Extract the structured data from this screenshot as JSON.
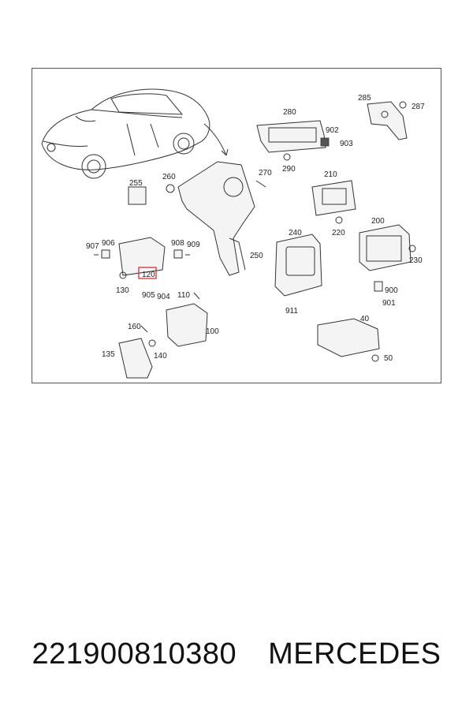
{
  "diagram": {
    "labels": {
      "p280": "280",
      "p285": "285",
      "p287": "287",
      "p902": "902",
      "p903": "903",
      "p290": "290",
      "p260": "260",
      "p270": "270",
      "p210": "210",
      "p255": "255",
      "p220": "220",
      "p200": "200",
      "p240": "240",
      "p230": "230",
      "p907": "907",
      "p906": "906",
      "p908": "908",
      "p909": "909",
      "p250": "250",
      "p120": "120",
      "p130": "130",
      "p900": "900",
      "p901": "901",
      "p905": "905",
      "p904": "904",
      "p110": "110",
      "p911": "911",
      "p40": "40",
      "p160": "160",
      "p100": "100",
      "p135": "135",
      "p140": "140",
      "p50": "50"
    },
    "highlight_color": "#d9312b"
  },
  "footer": {
    "part_number": "221900810380",
    "brand": "MERCEDES"
  }
}
